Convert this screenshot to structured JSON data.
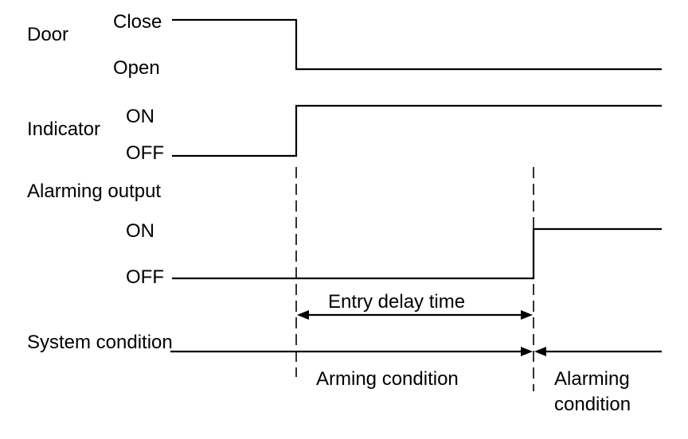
{
  "door": {
    "title": "Door",
    "close": "Close",
    "open": "Open"
  },
  "indicator": {
    "title": "Indicator",
    "on": "ON",
    "off": "OFF"
  },
  "alarming_output": {
    "title": "Alarming output",
    "on": "ON",
    "off": "OFF"
  },
  "entry_delay": "Entry delay time",
  "system_condition": {
    "title": "System condition",
    "arming": "Arming condition",
    "alarming_line1": "Alarming",
    "alarming_line2": "condition"
  },
  "colors": {
    "line": "#000000",
    "background": "#ffffff"
  }
}
